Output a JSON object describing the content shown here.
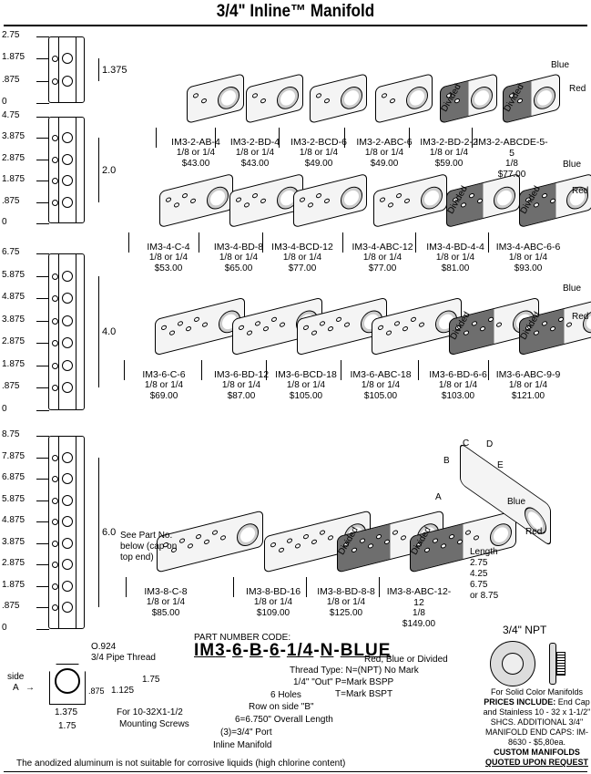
{
  "title": "3/4\" Inline™ Manifold",
  "rows": [
    {
      "scale": [
        "2.75",
        "1.875",
        ".875",
        "0"
      ],
      "dim": "1.375",
      "products": [
        {
          "pn": "IM3-2-AB-4",
          "thread": "1/8 or 1/4",
          "price": "$43.00",
          "color": "none"
        },
        {
          "pn": "IM3-2-BD-4",
          "thread": "1/8 or 1/4",
          "price": "$43.00",
          "color": "none"
        },
        {
          "pn": "IM3-2-BCD-6",
          "thread": "1/8 or 1/4",
          "price": "$49.00",
          "color": "none"
        },
        {
          "pn": "IM3-2-ABC-6",
          "thread": "1/8 or 1/4",
          "price": "$49.00",
          "color": "none"
        },
        {
          "pn": "IM3-2-BD-2-2",
          "thread": "1/8 or 1/4",
          "price": "$59.00",
          "color": "divided",
          "tag": "Divided"
        },
        {
          "pn": "IM3-2-ABCDE-5-5",
          "thread": "1/8",
          "price": "$77.00",
          "color": "divided",
          "tag": "Divided",
          "blue": "Blue",
          "red": "Red"
        }
      ]
    },
    {
      "scale": [
        "4.75",
        "3.875",
        "2.875",
        "1.875",
        ".875",
        "0"
      ],
      "dim": "2.0",
      "products": [
        {
          "pn": "IM3-4-C-4",
          "thread": "1/8 or 1/4",
          "price": "$53.00",
          "color": "none"
        },
        {
          "pn": "IM3-4-BD-8",
          "thread": "1/8 or 1/4",
          "price": "$65.00",
          "color": "none"
        },
        {
          "pn": "IM3-4-BCD-12",
          "thread": "1/8 or 1/4",
          "price": "$77.00",
          "color": "none"
        },
        {
          "pn": "IM3-4-ABC-12",
          "thread": "1/8 or 1/4",
          "price": "$77.00",
          "color": "none"
        },
        {
          "pn": "IM3-4-BD-4-4",
          "thread": "1/8 or 1/4",
          "price": "$81.00",
          "color": "divided",
          "tag": "Divided"
        },
        {
          "pn": "IM3-4-ABC-6-6",
          "thread": "1/8 or 1/4",
          "price": "$93.00",
          "color": "divided",
          "tag": "Divided",
          "blue": "Blue",
          "red": "Red"
        }
      ]
    },
    {
      "scale": [
        "6.75",
        "5.875",
        "4.875",
        "3.875",
        "2.875",
        "1.875",
        ".875",
        "0"
      ],
      "dim": "4.0",
      "products": [
        {
          "pn": "IM3-6-C-6",
          "thread": "1/8 or 1/4",
          "price": "$69.00",
          "color": "none"
        },
        {
          "pn": "IM3-6-BD-12",
          "thread": "1/8 or 1/4",
          "price": "$87.00",
          "color": "none"
        },
        {
          "pn": "IM3-6-BCD-18",
          "thread": "1/8 or 1/4",
          "price": "$105.00",
          "color": "none"
        },
        {
          "pn": "IM3-6-ABC-18",
          "thread": "1/8 or 1/4",
          "price": "$105.00",
          "color": "none"
        },
        {
          "pn": "IM3-6-BD-6-6",
          "thread": "1/8 or 1/4",
          "price": "$103.00",
          "color": "divided",
          "tag": "Divided"
        },
        {
          "pn": "IM3-6-ABC-9-9",
          "thread": "1/8 or 1/4",
          "price": "$121.00",
          "color": "divided",
          "tag": "Divided",
          "blue": "Blue",
          "red": "Red"
        }
      ]
    },
    {
      "scale": [
        "8.75",
        "7.875",
        "6.875",
        "5.875",
        "4.875",
        "3.875",
        "2.875",
        "1.875",
        ".875",
        "0"
      ],
      "dim": "6.0",
      "products": [
        {
          "pn": "IM3-8-C-8",
          "thread": "1/8 or 1/4",
          "price": "$85.00",
          "color": "none"
        },
        {
          "pn": "IM3-8-BD-16",
          "thread": "1/8 or 1/4",
          "price": "$109.00",
          "color": "none"
        },
        {
          "pn": "IM3-8-BD-8-8",
          "thread": "1/8 or 1/4",
          "price": "$125.00",
          "color": "divided",
          "tag": "Divided"
        },
        {
          "pn": "IM3-8-ABC-12-12",
          "thread": "1/8",
          "price": "$149.00",
          "color": "divided",
          "tag": "Divided",
          "blue": "Blue",
          "red": "Red"
        }
      ]
    }
  ],
  "see_part": "See Part No. below (cap on top end)",
  "sides": {
    "a": "A",
    "b": "B",
    "c": "C",
    "d": "D",
    "e": "E"
  },
  "length": {
    "label": "Length",
    "values": [
      "2.75",
      "4.25",
      "6.75",
      "or 8.75"
    ]
  },
  "section": {
    "o": "O.924",
    "thread": "3/4 Pipe Thread",
    "side": "side",
    "side_letter": "A",
    "d875": ".875",
    "d1125": "1.125",
    "d175": "1.75",
    "w1375": "1.375",
    "w175": "1.75",
    "screws": "For 10-32X1-1/2",
    "screws2": "Mounting Screws"
  },
  "part_code": {
    "label": "PART NUMBER CODE:",
    "segments": [
      "IM",
      "3",
      "-",
      "6",
      "-",
      "B",
      "-",
      "6",
      "-",
      "1/4",
      "-",
      "N",
      "-",
      "BLUE"
    ],
    "legend": [
      "Red, Blue or Divided",
      "Thread Type: N=(NPT) No Mark",
      "P=Mark BSPP",
      "T=Mark BSPT",
      "1/4\" \"Out\"",
      "6 Holes",
      "Row on side \"B\"",
      "6=6.750\" Overall Length",
      "(3)=3/4\" Port",
      "Inline Manifold"
    ]
  },
  "npt": {
    "title": "3/4\" NPT",
    "solid": "For Solid Color Manifolds",
    "prices_bold": "PRICES INCLUDE:",
    "prices": " End Cap and Stainless 10 - 32 x 1-1/2\" SHCS. ADDITIONAL 3/4\" MANIFOLD END CAPS: IM-8630 - $5,80ea.",
    "custom1": "CUSTOM MANIFOLDS",
    "custom2": "QUOTED UPON REQUEST"
  },
  "footer": "The anodized aluminum is not suitable for corrosive liquids (high chlorine content)",
  "colors": {
    "divided_shade": "#6e6e6e",
    "body": "#f4f4f4"
  }
}
